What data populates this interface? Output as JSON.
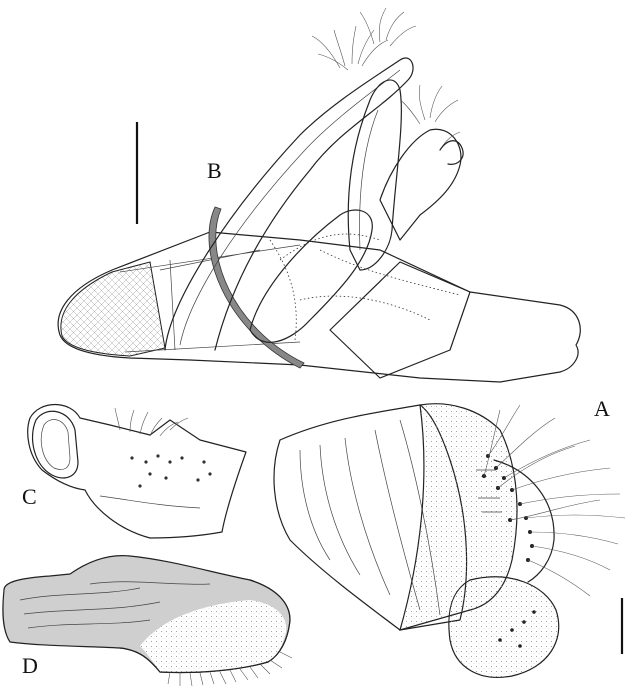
{
  "figure": {
    "panels": [
      {
        "id": "A",
        "label": "A"
      },
      {
        "id": "B",
        "label": "B"
      },
      {
        "id": "C",
        "label": "C"
      },
      {
        "id": "D",
        "label": "D"
      }
    ]
  },
  "colors": {
    "line": "#222222",
    "ring_fill": "#888888",
    "shaded_fill": "#cfcfcf",
    "background": "#ffffff"
  }
}
